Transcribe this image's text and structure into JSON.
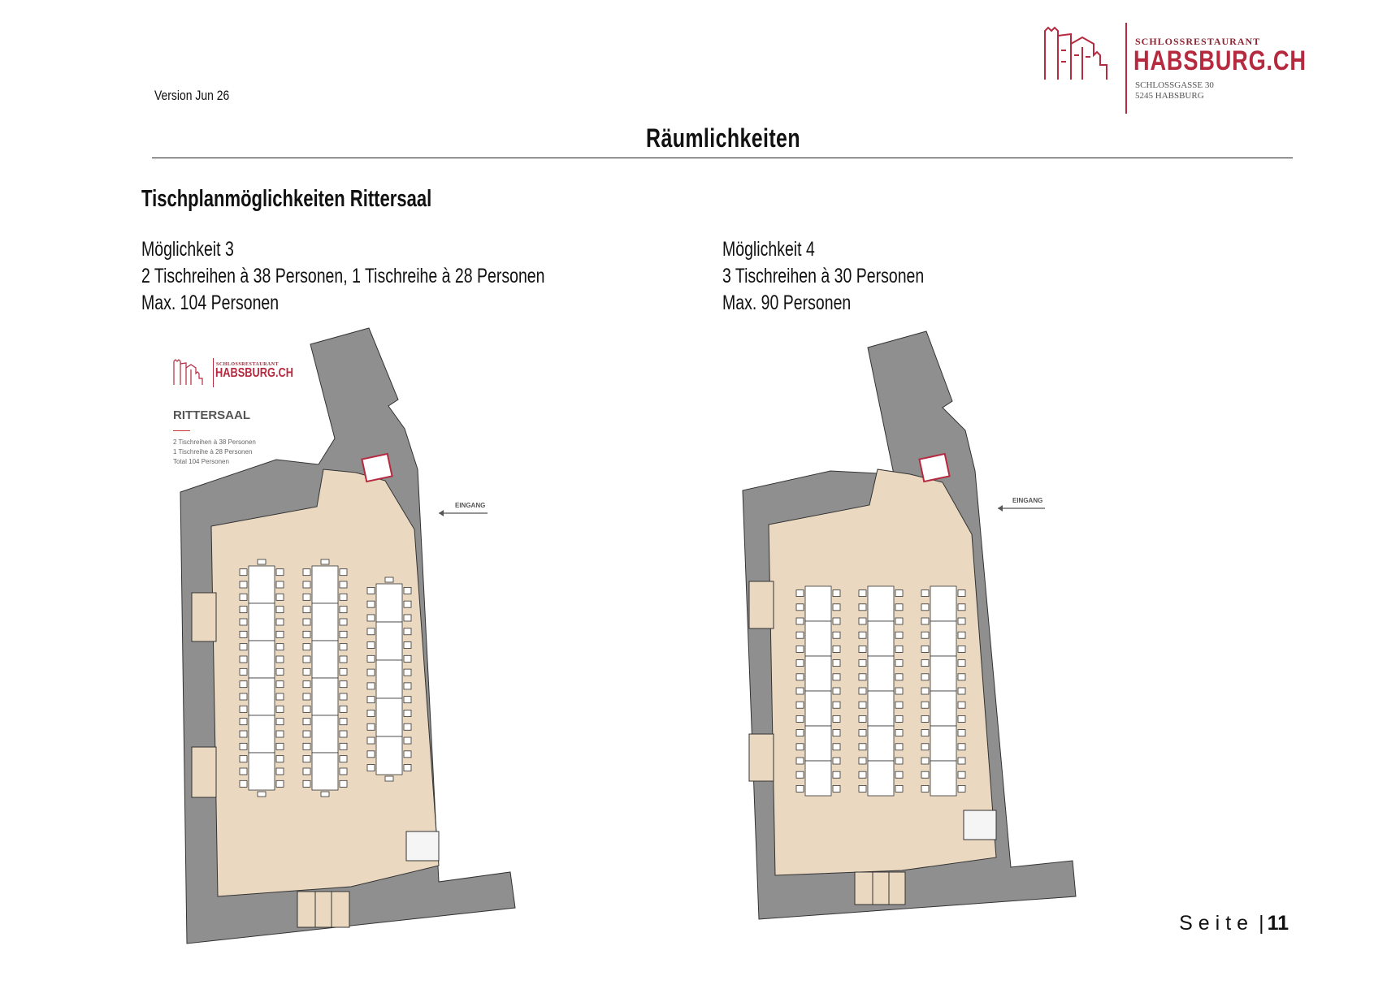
{
  "header": {
    "version": "Version Jun 26",
    "title": "Räumlichkeiten",
    "logo": {
      "brand": "SCHLOSSRESTAURANT",
      "name": "HABSBURG.CH",
      "address_line1": "SCHLOSSGASSE 30",
      "address_line2": "5245 HABSBURG"
    }
  },
  "section": {
    "title": "Tischplanmöglichkeiten Rittersaal"
  },
  "options": [
    {
      "label": "Möglichkeit 3",
      "description": "2 Tischreihen à 38 Personen, 1 Tischreihe à 28 Personen",
      "max": "Max. 104 Personen"
    },
    {
      "label": "Möglichkeit 4",
      "description": "3 Tischreihen à 30 Personen",
      "max": "Max. 90 Personen"
    }
  ],
  "plan_legend": {
    "brand": "SCHLOSSRESTAURANT",
    "name": "HABSBURG.CH",
    "room": "RITTERSAAL",
    "lines": [
      "2 Tischreihen à 38 Personen",
      "1 Tischreihe à 28 Personen",
      "Total 104 Personen"
    ],
    "entrance": "EINGANG"
  },
  "footer": {
    "page_word": "Seite",
    "separator": "|",
    "page_number": "11"
  },
  "colors": {
    "floor": "#ead8c1",
    "wall": "#8f8f8f",
    "brand": "#b52a3f",
    "accent_dark": "#8c2331"
  }
}
